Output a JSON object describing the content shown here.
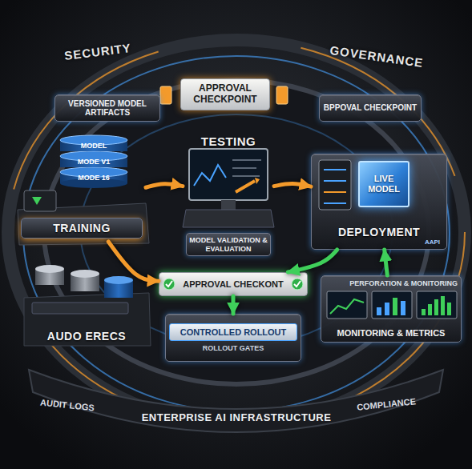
{
  "diagram": {
    "nodes": [
      {
        "text": [
          "VERSIONED MODEL ARTIFACTS"
        ]
      },
      {
        "text": [
          "APPROVAL CHECKPOINT"
        ]
      },
      {
        "text": [
          "BPPOVAL CHECKPOINT"
        ]
      },
      {
        "text": [
          "TRAINING"
        ]
      },
      {
        "text": [
          "TESTING",
          "MODEL VALIDATION & EVALUATION"
        ]
      },
      {
        "text": [
          "DEPLOYMENT",
          "AAPI"
        ]
      },
      {
        "text": [
          "LIVE MODEL"
        ],
        "in": 5
      },
      {
        "text": [
          "APPROVAL CHECKONT"
        ]
      },
      {
        "text": [
          "CONTROLLED ROLLOUT",
          "ROLLOUT GATES"
        ]
      },
      {
        "text": [
          "PERFORATION & MONITORING",
          "MONITORING & METRICS"
        ]
      },
      {
        "text": [
          "AUDO ERECS"
        ]
      }
    ],
    "edges": [
      {
        "from": 3,
        "to": 4,
        "arrow": "to"
      },
      {
        "from": 4,
        "to": 5,
        "arrow": "to"
      },
      {
        "from": 3,
        "to": 7,
        "arrow": "to"
      },
      {
        "from": 7,
        "to": 8,
        "arrow": "to"
      },
      {
        "from": 5,
        "to": 7,
        "arrow": "to"
      },
      {
        "from": 9,
        "to": 5,
        "arrow": "to"
      }
    ],
    "labels": [
      "SECURITY",
      "GOVERNANCE",
      "MODEL",
      "MODE V1",
      "MODE 16",
      "AUDIT LOGS",
      "ENTERPRISE AI INFRASTRUCTURE",
      "COMPLIANCE"
    ]
  }
}
